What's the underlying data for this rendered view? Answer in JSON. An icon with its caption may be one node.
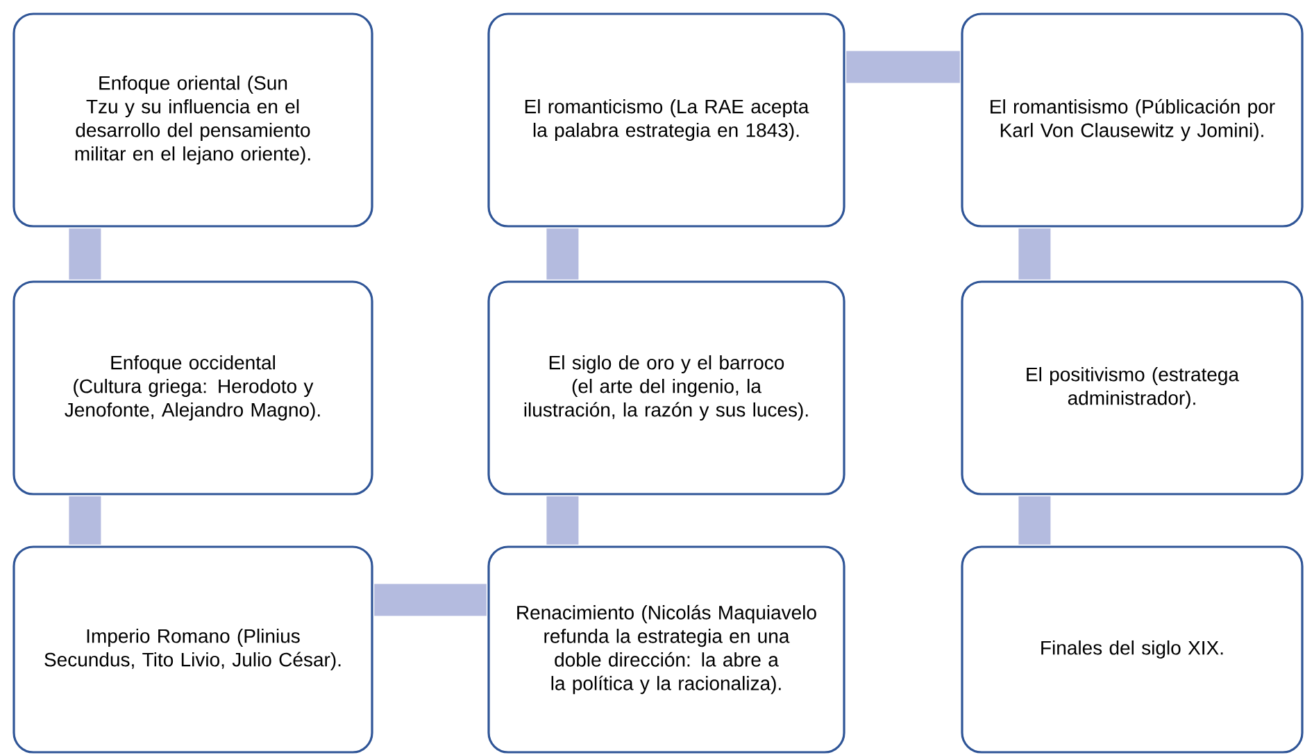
{
  "diagram": {
    "nodes": [
      {
        "text": [
          "Enfoque oriental (Sun Tzu y su influencia en el desarrollo del pensamiento militar en el lejano oriente)."
        ]
      },
      {
        "text": [
          "El romanticismo (La RAE acepta la palabra estrategia en 1843)."
        ]
      },
      {
        "text": [
          "El romantisismo (Públicación por Karl Von Clausewitz y Jomini)."
        ]
      },
      {
        "text": [
          "Enfoque occidental (Cultura griega: Herodoto y Jenofonte, Alejandro Magno)."
        ]
      },
      {
        "text": [
          "El siglo de oro y el barroco (el arte del ingenio, la ilustración, la razón y sus luces)."
        ]
      },
      {
        "text": [
          "El positivismo (estratega administrador)."
        ]
      },
      {
        "text": [
          "Imperio Romano (Plinius Secundus, Tito Livio, Julio César)."
        ]
      },
      {
        "text": [
          "Renacimiento (Nicolás Maquiavelo refunda la estrategia en una doble dirección: la abre a la política y la racionaliza)."
        ]
      },
      {
        "text": [
          "Finales del siglo XIX."
        ]
      }
    ],
    "edges": [
      {
        "from": 0,
        "to": 3,
        "arrow": "none"
      },
      {
        "from": 3,
        "to": 6,
        "arrow": "none"
      },
      {
        "from": 6,
        "to": 7,
        "arrow": "none"
      },
      {
        "from": 7,
        "to": 4,
        "arrow": "none"
      },
      {
        "from": 4,
        "to": 1,
        "arrow": "none"
      },
      {
        "from": 1,
        "to": 2,
        "arrow": "none"
      },
      {
        "from": 2,
        "to": 5,
        "arrow": "none"
      },
      {
        "from": 5,
        "to": 8,
        "arrow": "none"
      }
    ]
  }
}
